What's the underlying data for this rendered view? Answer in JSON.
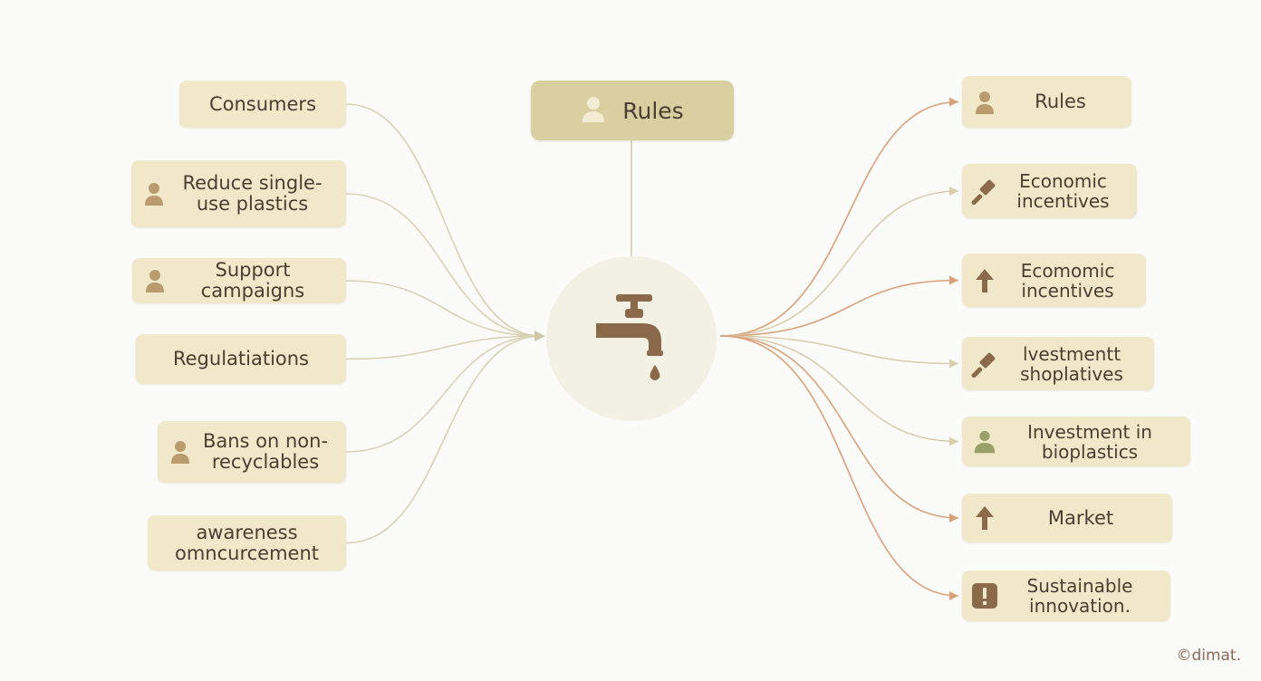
{
  "center": {
    "title": "Rules",
    "title_icon": "person-icon",
    "hub_icon": "faucet-icon"
  },
  "left_nodes": [
    {
      "label": "Consumers",
      "icon": ""
    },
    {
      "label": "Reduce single-use plastics",
      "icon": "person-icon"
    },
    {
      "label": "Support campaigns",
      "icon": "person-icon"
    },
    {
      "label": "Regulatiations",
      "icon": ""
    },
    {
      "label": "Bans on non-recyclables",
      "icon": "person-icon"
    },
    {
      "label": "awareness omncurcement",
      "icon": ""
    }
  ],
  "right_nodes": [
    {
      "label": "Rules",
      "icon": "person-icon"
    },
    {
      "label": "Economic incentives",
      "icon": "gavel-icon"
    },
    {
      "label": "Ecomomic incentives",
      "icon": "arrow-up-icon"
    },
    {
      "label": "lvestmentt shoplatives",
      "icon": "gavel-icon"
    },
    {
      "label": "Investment in bioplastics",
      "icon": "group-icon"
    },
    {
      "label": "Market",
      "icon": "arrow-up-icon"
    },
    {
      "label": "Sustainable innovation.",
      "icon": "alert-box-icon"
    }
  ],
  "watermark": "©dimat.",
  "colors": {
    "node_fill": "#f0e8c8",
    "title_fill": "#d9cfa0",
    "left_link": "#d8d2b4",
    "right_link": "#d9a07a",
    "icon": "#8a6a4a"
  }
}
